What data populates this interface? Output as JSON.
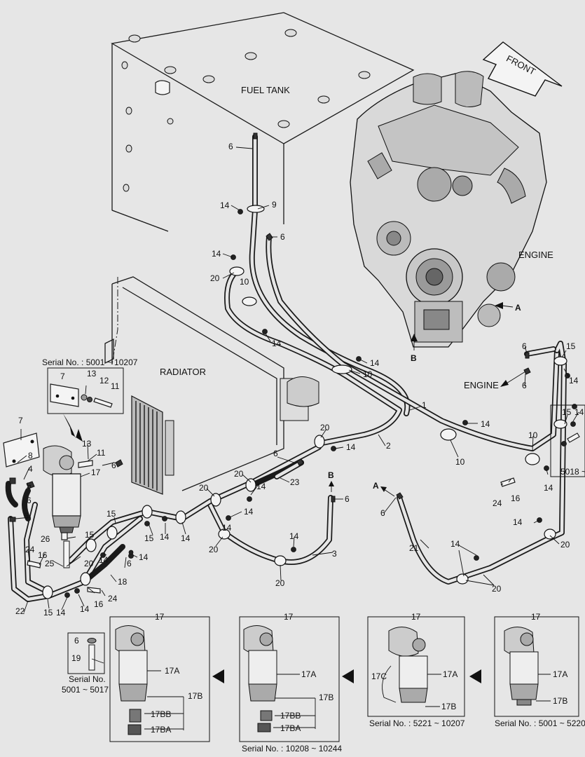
{
  "labels": {
    "fuel_tank": "FUEL TANK",
    "engine": "ENGINE",
    "engine_right": "ENGINE",
    "radiator": "RADIATOR",
    "front": "FRONT",
    "arrow_a": "A",
    "arrow_b": "B",
    "arrow_a2": "A",
    "arrow_b2": "B"
  },
  "serial_notes": {
    "top_left": "Serial No.  : 5001 ~ 10207",
    "part19_line1": "Serial No.",
    "part19_line2": "5001 ~ 5017",
    "box1": "Serial No. : 10208 ~ 10244",
    "box3": "Serial No. : 5221 ~ 10207",
    "box4": "Serial No. : 5001 ~ 5220",
    "right_partial": "5018 ~"
  },
  "callouts": [
    {
      "id": "c1",
      "text": "6"
    },
    {
      "id": "c2",
      "text": "14"
    },
    {
      "id": "c3",
      "text": "9"
    },
    {
      "id": "c4",
      "text": "6"
    },
    {
      "id": "c5",
      "text": "14"
    },
    {
      "id": "c6",
      "text": "20"
    },
    {
      "id": "c7",
      "text": "10"
    },
    {
      "id": "c8",
      "text": "14"
    },
    {
      "id": "c9",
      "text": "14"
    },
    {
      "id": "c10",
      "text": "10"
    },
    {
      "id": "c11",
      "text": "1"
    },
    {
      "id": "c12",
      "text": "14"
    },
    {
      "id": "c13",
      "text": "10"
    },
    {
      "id": "c14",
      "text": "2"
    },
    {
      "id": "c15",
      "text": "20"
    },
    {
      "id": "c16",
      "text": "14"
    },
    {
      "id": "c17",
      "text": "6"
    },
    {
      "id": "c18",
      "text": "23"
    },
    {
      "id": "c19",
      "text": "20"
    },
    {
      "id": "c20",
      "text": "14"
    },
    {
      "id": "c21",
      "text": "20"
    },
    {
      "id": "c22",
      "text": "14"
    },
    {
      "id": "c23",
      "text": "6"
    },
    {
      "id": "c24",
      "text": "6"
    },
    {
      "id": "c25",
      "text": "3"
    },
    {
      "id": "c26",
      "text": "14"
    },
    {
      "id": "c27",
      "text": "20"
    },
    {
      "id": "c28",
      "text": "6"
    },
    {
      "id": "c29",
      "text": "15"
    },
    {
      "id": "c30",
      "text": "14"
    },
    {
      "id": "c31",
      "text": "6"
    },
    {
      "id": "c32",
      "text": "15"
    },
    {
      "id": "c33",
      "text": "14"
    },
    {
      "id": "c34",
      "text": "10"
    },
    {
      "id": "c35",
      "text": "14"
    },
    {
      "id": "c36",
      "text": "16"
    },
    {
      "id": "c37",
      "text": "24"
    },
    {
      "id": "c38",
      "text": "6"
    },
    {
      "id": "c39",
      "text": "21"
    },
    {
      "id": "c40",
      "text": "14"
    },
    {
      "id": "c41",
      "text": "14"
    },
    {
      "id": "c42",
      "text": "20"
    },
    {
      "id": "c43",
      "text": "20"
    },
    {
      "id": "c44",
      "text": "7"
    },
    {
      "id": "c45",
      "text": "13"
    },
    {
      "id": "c46",
      "text": "12"
    },
    {
      "id": "c47",
      "text": "11"
    },
    {
      "id": "c48",
      "text": "7"
    },
    {
      "id": "c49",
      "text": "13"
    },
    {
      "id": "c50",
      "text": "11"
    },
    {
      "id": "c51",
      "text": "8"
    },
    {
      "id": "c52",
      "text": "4"
    },
    {
      "id": "c53",
      "text": "5"
    },
    {
      "id": "c54",
      "text": "6"
    },
    {
      "id": "c55",
      "text": "6"
    },
    {
      "id": "c56",
      "text": "17"
    },
    {
      "id": "c57",
      "text": "26"
    },
    {
      "id": "c58",
      "text": "24"
    },
    {
      "id": "c59",
      "text": "16"
    },
    {
      "id": "c60",
      "text": "25"
    },
    {
      "id": "c61",
      "text": "15"
    },
    {
      "id": "c62",
      "text": "15"
    },
    {
      "id": "c63",
      "text": "14"
    },
    {
      "id": "c64",
      "text": "15"
    },
    {
      "id": "c65",
      "text": "20"
    },
    {
      "id": "c66",
      "text": "14"
    },
    {
      "id": "c67",
      "text": "14"
    },
    {
      "id": "c68",
      "text": "6"
    },
    {
      "id": "c69",
      "text": "14"
    },
    {
      "id": "c70",
      "text": "18"
    },
    {
      "id": "c71",
      "text": "16"
    },
    {
      "id": "c72",
      "text": "24"
    },
    {
      "id": "c73",
      "text": "14"
    },
    {
      "id": "c74",
      "text": "22"
    },
    {
      "id": "c75",
      "text": "15"
    },
    {
      "id": "c76",
      "text": "14"
    },
    {
      "id": "c77",
      "text": "6"
    },
    {
      "id": "c78",
      "text": "19"
    },
    {
      "id": "c79",
      "text": "14"
    },
    {
      "id": "c80",
      "text": "20"
    }
  ],
  "filter_boxes": [
    {
      "title": "17",
      "a": "17A",
      "b": "17B",
      "bb": "17BB",
      "ba": "17BA"
    },
    {
      "title": "17",
      "a": "17A",
      "b": "17B",
      "bb": "17BB",
      "ba": "17BA"
    },
    {
      "title": "17",
      "a": "17A",
      "b": "17B",
      "c": "17C"
    },
    {
      "title": "17",
      "a": "17A",
      "b": "17B"
    }
  ]
}
